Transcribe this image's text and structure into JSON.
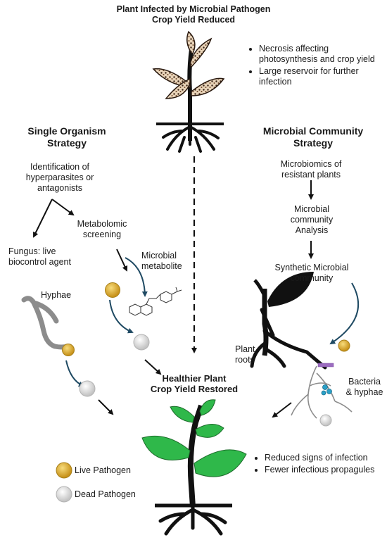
{
  "top": {
    "title_line1": "Plant Infected by Microbial Pathogen",
    "title_line2": "Crop Yield Reduced",
    "bullets": [
      "Necrosis affecting photosynthesis and crop yield",
      "Large reservoir for further infection"
    ]
  },
  "left": {
    "heading_line1": "Single Organism",
    "heading_line2": "Strategy",
    "identification": "Identification of hyperparasites or antagonists",
    "metabolomic": "Metabolomic screening",
    "fungus": "Fungus: live biocontrol agent",
    "metabolite": "Microbial metabolite",
    "hyphae": "Hyphae"
  },
  "right": {
    "heading_line1": "Microbial Community",
    "heading_line2": "Strategy",
    "microbiomics": "Microbiomics of resistant plants",
    "analysis": "Microbial community Analysis",
    "synthetic": "Synthetic Microbial community",
    "plant_roots": "Plant roots",
    "bacteria": "Bacteria & hyphae"
  },
  "center": {
    "title_line1": "Healthier Plant",
    "title_line2": "Crop Yield Restored"
  },
  "bottom": {
    "bullets": [
      "Reduced signs of infection",
      "Fewer infectious propagules"
    ]
  },
  "legend": {
    "live": "Live Pathogen",
    "dead": "Dead Pathogen"
  },
  "colors": {
    "live_pathogen": "#d9a92a",
    "dead_pathogen": "#d6d6d6",
    "leaf_green": "#2fb84a",
    "arrow_blue": "#1f4a63"
  }
}
